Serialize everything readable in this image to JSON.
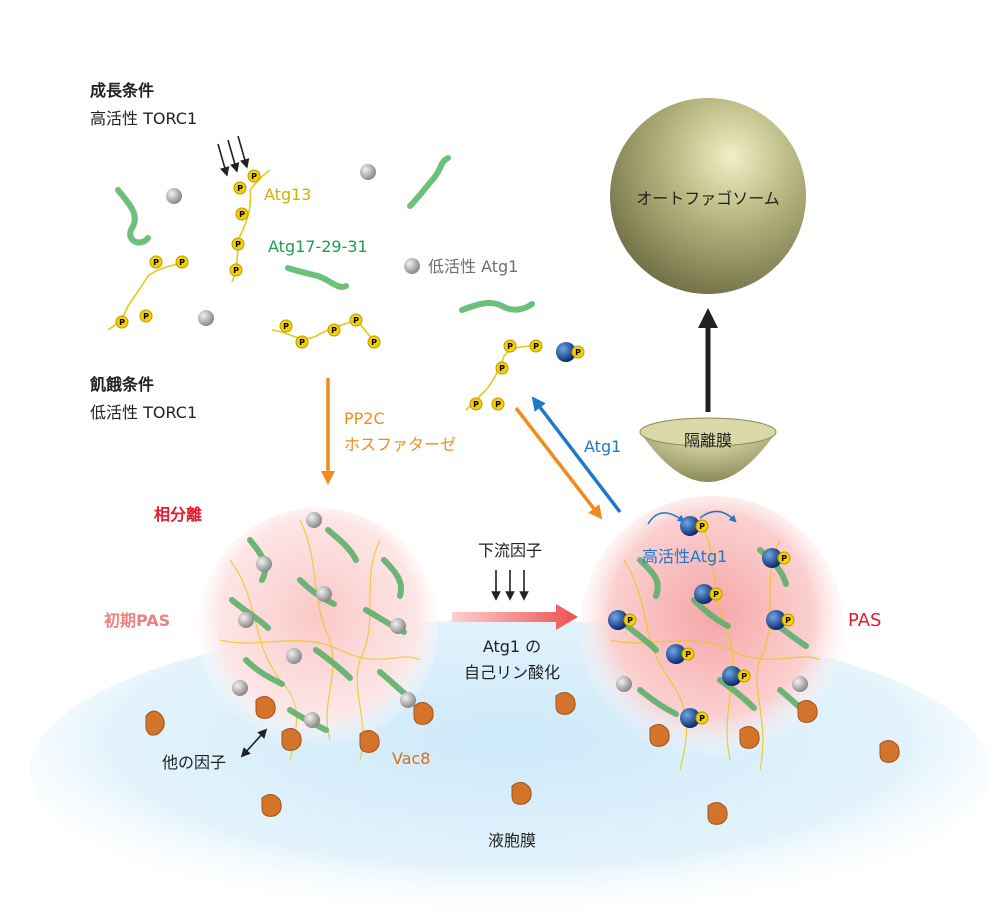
{
  "labels": {
    "growth_title": "成長条件",
    "growth_sub": "高活性 TORC1",
    "starve_title": "飢餓条件",
    "starve_sub": "低活性 TORC1",
    "atg13": "Atg13",
    "atg17": "Atg17-29-31",
    "low_atg1": "低活性 Atg1",
    "pp2c_1": "PP2C",
    "pp2c_2": "ホスファターゼ",
    "atg1_arrow": "Atg1",
    "autophagosome": "オートファゴソーム",
    "isolation_membrane": "隔離膜",
    "phase_sep": "相分離",
    "initial_pas": "初期PAS",
    "downstream": "下流因子",
    "auto_1": "Atg1 の",
    "auto_2": "自己リン酸化",
    "high_atg1": "高活性Atg1",
    "pas": "PAS",
    "other_factors": "他の因子",
    "vac8": "Vac8",
    "vacuole": "液胞膜",
    "phospho": "P"
  },
  "colors": {
    "atg13_text": "#c8b400",
    "atg17_text": "#1aa050",
    "gray_text": "#6e6e6e",
    "orange": "#f08c1e",
    "blue": "#1e78c8",
    "red": "#e6192d",
    "pink": "#ee8080",
    "vac8_text": "#dc6e14"
  }
}
